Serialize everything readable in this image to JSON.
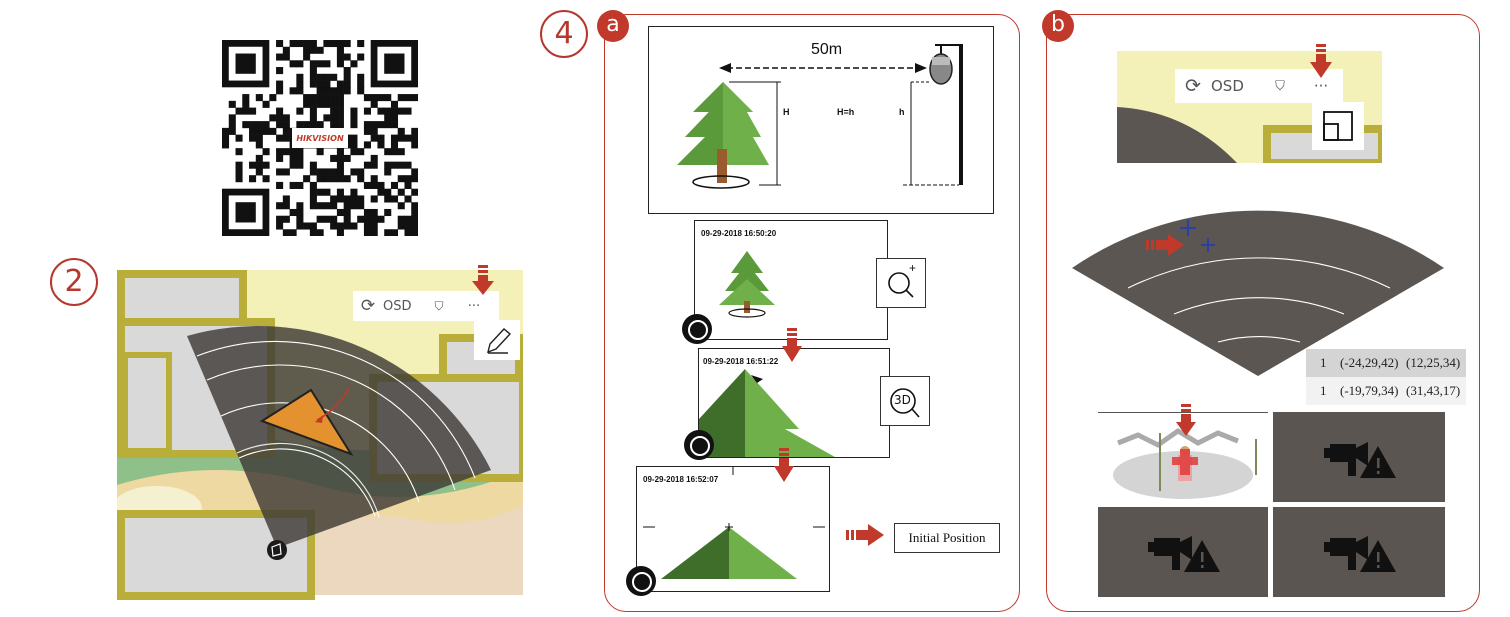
{
  "steps": {
    "step2": "2",
    "step4": "4",
    "panel_a": "a",
    "panel_b": "b"
  },
  "qr": {
    "logo_text": "HIKVISION"
  },
  "toolbar": {
    "osd_label": "OSD",
    "more_label": "···"
  },
  "panel_a": {
    "distance_label": "50m",
    "tree_height_label": "H",
    "equation_label": "H=h",
    "camera_height_label": "h",
    "timestamps": [
      "09-29-2018 16:50:20",
      "09-29-2018 16:51:22",
      "09-29-2018 16:52:07"
    ],
    "zoom_plus": "+",
    "button_3d": "3D",
    "initial_position_label": "Initial Position"
  },
  "panel_b": {
    "table": [
      {
        "id": "1",
        "coord_a": "(-24,29,42)",
        "coord_b": "(12,25,34)"
      },
      {
        "id": "1",
        "coord_a": "(-19,79,34)",
        "coord_b": "(31,43,17)"
      }
    ]
  },
  "colors": {
    "accent_red": "#c0392b",
    "tree_green": "#5a9a3a",
    "tree_dark": "#3f6e2a",
    "radar_gray": "#5b5651",
    "panel_yellow": "#f3f0b8",
    "frame_olive": "#b9ae3a"
  }
}
